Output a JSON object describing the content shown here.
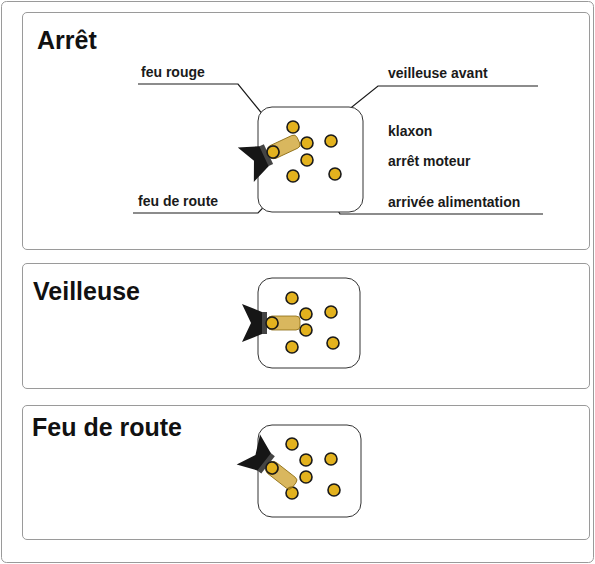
{
  "diagram": {
    "nodes": [
      {
        "text": [
          "Arrêt"
        ]
      },
      {
        "text": [
          "Veilleuse"
        ]
      },
      {
        "text": [
          "Feu de route"
        ]
      }
    ],
    "labels": [
      "feu rouge",
      "veilleuse avant",
      "klaxon",
      "arrêt moteur",
      "feu de route",
      "arrivée alimentation"
    ]
  }
}
